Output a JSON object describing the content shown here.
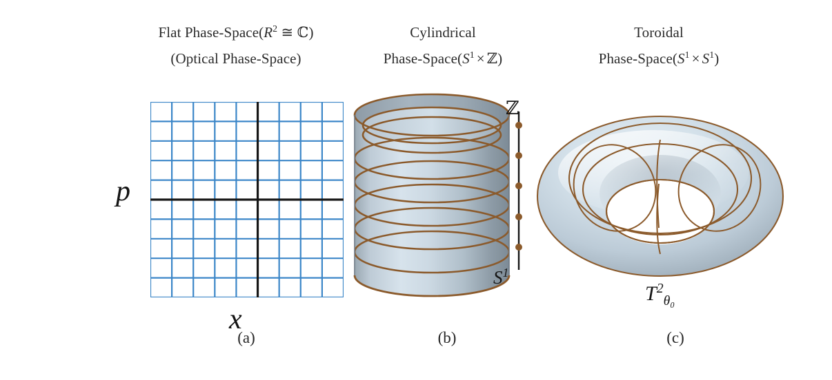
{
  "figure": {
    "background_color": "#ffffff",
    "grid_line_color": "#3b86c8",
    "axis_color": "#161616",
    "surface_color": "#c8d6e0",
    "curve_color": "#8b5a2b",
    "text_color": "#2b2b2b"
  },
  "panels": [
    {
      "id": "a",
      "letter": "(a)",
      "caption_line1_prefix": "Flat Phase-Space(",
      "caption_line1_symbol": "R",
      "caption_line1_exponent": "2",
      "caption_line1_relation": "≅",
      "caption_line1_set": "ℂ",
      "caption_line1_suffix": ")",
      "caption_line2": "(Optical Phase-Space)",
      "axis_horizontal_label": "x",
      "axis_vertical_label": "p",
      "grid_columns": 9,
      "grid_rows": 10
    },
    {
      "id": "b",
      "letter": "(b)",
      "caption_line1": "Cylindrical",
      "caption_line2_prefix": "Phase-Space(",
      "caption_line2_symbol1": "S",
      "caption_line2_exponent1": "1",
      "caption_line2_operator": "×",
      "caption_line2_symbol2": "ℤ",
      "caption_line2_suffix": ")",
      "axis_label_top": "ℤ",
      "axis_label_bottom_symbol": "S",
      "axis_label_bottom_exponent": "1",
      "lattice_point_count": 5,
      "cylinder_ring_count": 7
    },
    {
      "id": "c",
      "letter": "(c)",
      "caption_line1": "Toroidal",
      "caption_line2_prefix": "Phase-Space(",
      "caption_line2_symbol1": "S",
      "caption_line2_exponent1": "1",
      "caption_line2_operator": "×",
      "caption_line2_symbol2": "S",
      "caption_line2_exponent2": "1",
      "caption_line2_suffix": ")",
      "torus_label_symbol": "T",
      "torus_label_exponent": "2",
      "torus_label_subscript": "θ₀"
    }
  ]
}
